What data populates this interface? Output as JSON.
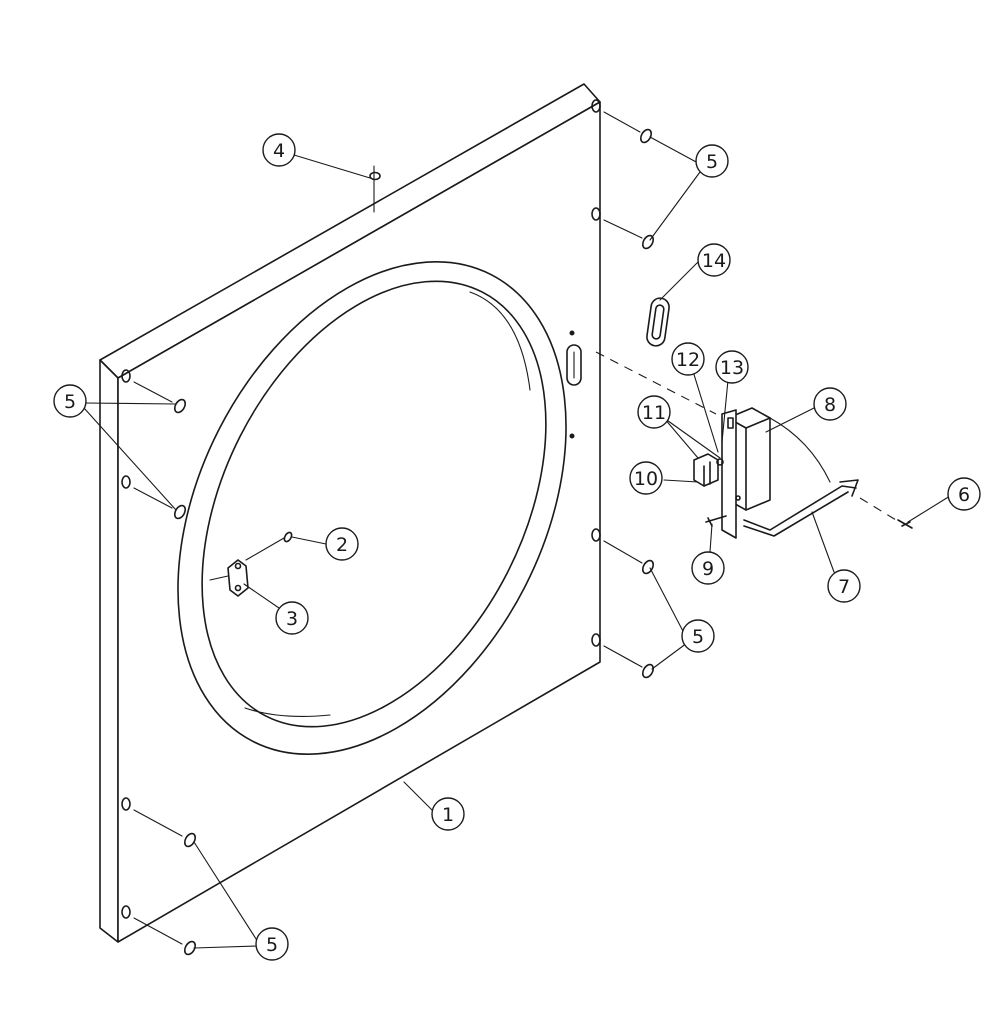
{
  "callouts": [
    {
      "id": "c1",
      "label": "1"
    },
    {
      "id": "c2",
      "label": "2"
    },
    {
      "id": "c3",
      "label": "3"
    },
    {
      "id": "c4",
      "label": "4"
    },
    {
      "id": "c5a",
      "label": "5"
    },
    {
      "id": "c5b",
      "label": "5"
    },
    {
      "id": "c5c",
      "label": "5"
    },
    {
      "id": "c5d",
      "label": "5"
    },
    {
      "id": "c6",
      "label": "6"
    },
    {
      "id": "c7",
      "label": "7"
    },
    {
      "id": "c8",
      "label": "8"
    },
    {
      "id": "c9",
      "label": "9"
    },
    {
      "id": "c10",
      "label": "10"
    },
    {
      "id": "c11",
      "label": "11"
    },
    {
      "id": "c12",
      "label": "12"
    },
    {
      "id": "c13",
      "label": "13"
    },
    {
      "id": "c14",
      "label": "14"
    }
  ]
}
